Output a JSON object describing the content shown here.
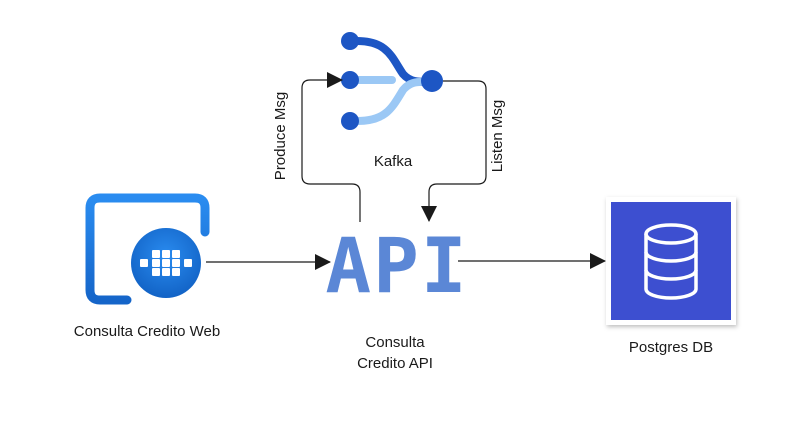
{
  "diagram": {
    "nodes": {
      "web": {
        "label": "Consulta Credito Web",
        "icon": "browser-globe-icon",
        "color": "#1e78e6"
      },
      "api": {
        "label_line1": "Consulta",
        "label_line2": "Credito API",
        "icon_text": "API",
        "color": "#5b87d6"
      },
      "kafka": {
        "label": "Kafka",
        "icon": "kafka-stream-icon",
        "color_dark": "#1d56c4",
        "color_light": "#9bc8f5"
      },
      "db": {
        "label": "Postgres DB",
        "icon": "database-icon",
        "color": "#3d4fd0"
      }
    },
    "edges": {
      "produce": {
        "label": "Produce Msg"
      },
      "listen": {
        "label": "Listen Msg"
      }
    },
    "colors": {
      "arrow": "#1a1a1a"
    }
  }
}
